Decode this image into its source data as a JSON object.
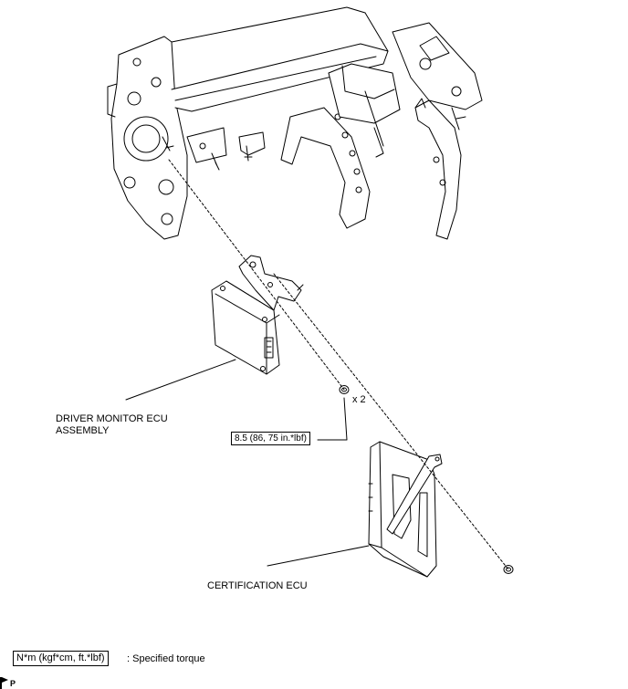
{
  "labels": {
    "driver_monitor_line1": "DRIVER MONITOR ECU",
    "driver_monitor_line2": "ASSEMBLY",
    "certification_ecu": "CERTIFICATION ECU",
    "nut_quantity": "x 2"
  },
  "torque": {
    "value": "8.5 (86, 75 in.*lbf)"
  },
  "legend": {
    "unit_box": "N*m (kgf*cm, ft.*lbf)",
    "description": ": Specified torque"
  },
  "corner_mark": "P",
  "colors": {
    "line": "#000000",
    "background": "#ffffff"
  }
}
